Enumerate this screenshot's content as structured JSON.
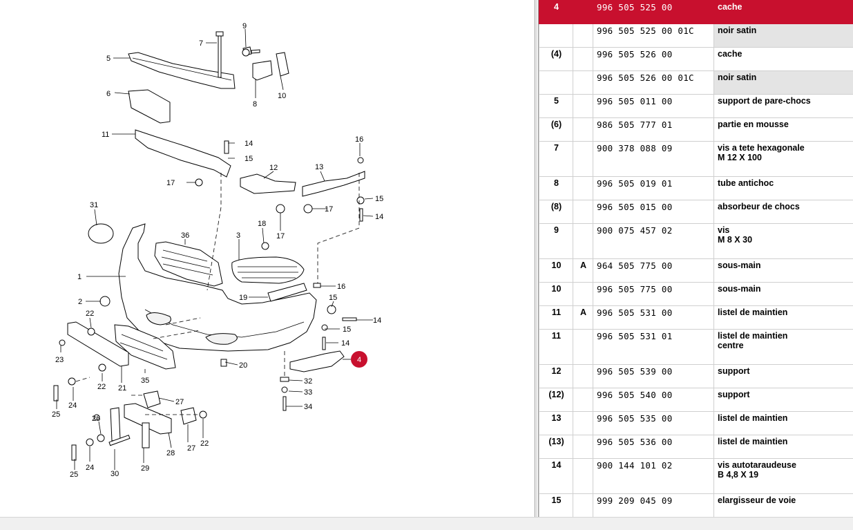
{
  "diagram": {
    "highlight_color": "#c8102e",
    "highlight_callout": "4",
    "callouts": [
      "1",
      "2",
      "3",
      "4",
      "5",
      "6",
      "7",
      "8",
      "9",
      "10",
      "11",
      "12",
      "13",
      "14",
      "15",
      "16",
      "17",
      "18",
      "19",
      "20",
      "21",
      "22",
      "23",
      "24",
      "25",
      "26",
      "27",
      "28",
      "29",
      "30",
      "31",
      "32",
      "33",
      "34",
      "35",
      "36"
    ]
  },
  "parts": {
    "rows": [
      {
        "pos": "4",
        "var": "",
        "pn": "996 505 525 00",
        "desc1": "cache",
        "desc2": "",
        "selected": true,
        "hl": false
      },
      {
        "pos": "",
        "var": "",
        "pn": "996 505 525 00 01C",
        "desc1": "noir satin",
        "desc2": "",
        "selected": false,
        "hl": true
      },
      {
        "pos": "(4)",
        "var": "",
        "pn": "996 505 526 00",
        "desc1": "cache",
        "desc2": "",
        "selected": false,
        "hl": false
      },
      {
        "pos": "",
        "var": "",
        "pn": "996 505 526 00 01C",
        "desc1": "noir satin",
        "desc2": "",
        "selected": false,
        "hl": true
      },
      {
        "pos": "5",
        "var": "",
        "pn": "996 505 011 00",
        "desc1": "support de pare-chocs",
        "desc2": "",
        "selected": false,
        "hl": false
      },
      {
        "pos": "(6)",
        "var": "",
        "pn": "986 505 777 01",
        "desc1": "partie en mousse",
        "desc2": "",
        "selected": false,
        "hl": false
      },
      {
        "pos": "7",
        "var": "",
        "pn": "900 378 088 09",
        "desc1": "vis a tete hexagonale",
        "desc2": "M 12 X 100",
        "selected": false,
        "hl": false
      },
      {
        "pos": "8",
        "var": "",
        "pn": "996 505 019 01",
        "desc1": "tube antichoc",
        "desc2": "",
        "selected": false,
        "hl": false
      },
      {
        "pos": "(8)",
        "var": "",
        "pn": "996 505 015 00",
        "desc1": "absorbeur de chocs",
        "desc2": "",
        "selected": false,
        "hl": false
      },
      {
        "pos": "9",
        "var": "",
        "pn": "900 075 457 02",
        "desc1": "vis",
        "desc2": "M 8 X 30",
        "selected": false,
        "hl": false
      },
      {
        "pos": "10",
        "var": "A",
        "pn": "964 505 775 00",
        "desc1": "sous-main",
        "desc2": "",
        "selected": false,
        "hl": false
      },
      {
        "pos": "10",
        "var": "",
        "pn": "996 505 775 00",
        "desc1": "sous-main",
        "desc2": "",
        "selected": false,
        "hl": false
      },
      {
        "pos": "11",
        "var": "A",
        "pn": "996 505 531 00",
        "desc1": "listel de maintien",
        "desc2": "",
        "selected": false,
        "hl": false
      },
      {
        "pos": "11",
        "var": "",
        "pn": "996 505 531 01",
        "desc1": "listel de maintien",
        "desc2": "centre",
        "selected": false,
        "hl": false
      },
      {
        "pos": "12",
        "var": "",
        "pn": "996 505 539 00",
        "desc1": "support",
        "desc2": "",
        "selected": false,
        "hl": false
      },
      {
        "pos": "(12)",
        "var": "",
        "pn": "996 505 540 00",
        "desc1": "support",
        "desc2": "",
        "selected": false,
        "hl": false
      },
      {
        "pos": "13",
        "var": "",
        "pn": "996 505 535 00",
        "desc1": "listel de maintien",
        "desc2": "",
        "selected": false,
        "hl": false
      },
      {
        "pos": "(13)",
        "var": "",
        "pn": "996 505 536 00",
        "desc1": "listel de maintien",
        "desc2": "",
        "selected": false,
        "hl": false
      },
      {
        "pos": "14",
        "var": "",
        "pn": "900 144 101 02",
        "desc1": "vis autotaraudeuse",
        "desc2": "B 4,8 X 19",
        "selected": false,
        "hl": false
      },
      {
        "pos": "15",
        "var": "",
        "pn": "999 209 045 09",
        "desc1": "elargisseur de voie",
        "desc2": "",
        "selected": false,
        "hl": false
      }
    ]
  }
}
